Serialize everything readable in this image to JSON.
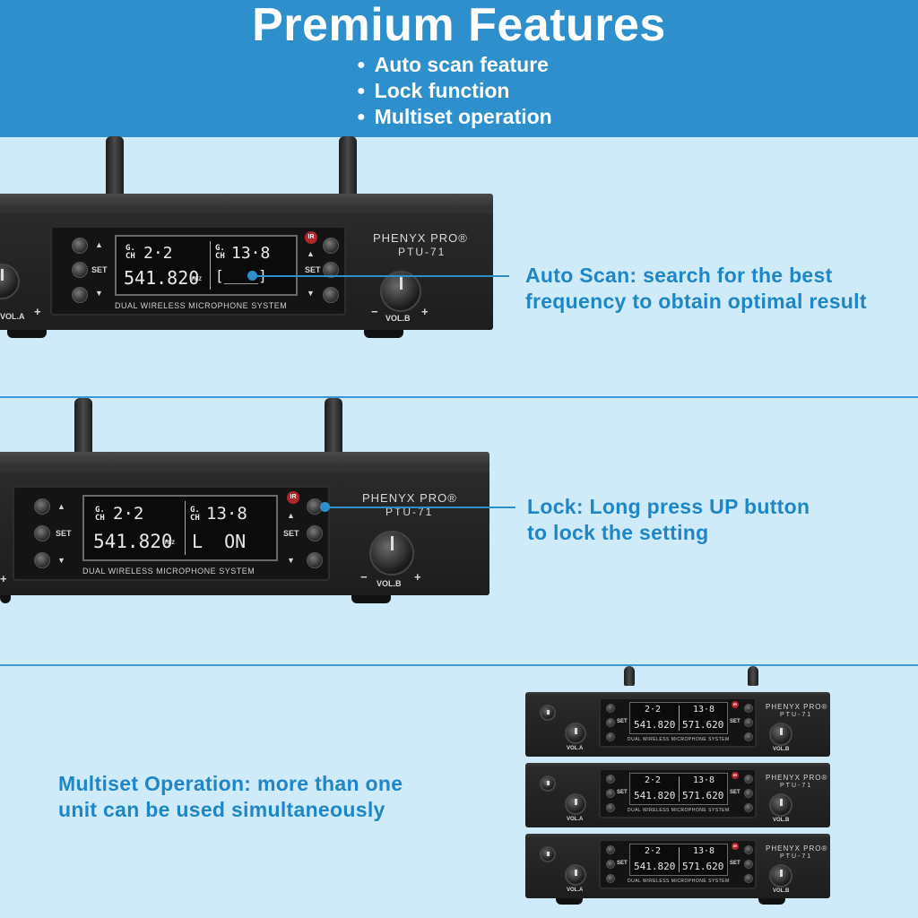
{
  "header": {
    "title": "Premium Features",
    "bullets": [
      "Auto scan feature",
      "Lock function",
      "Multiset operation"
    ]
  },
  "callouts": {
    "auto_scan": [
      "Auto Scan: search for the best",
      "frequency to obtain optimal result"
    ],
    "lock": [
      "Lock: Long press UP button",
      "to lock the setting"
    ],
    "multiset": [
      "Multiset Operation: more than one",
      "unit can be used simultaneously"
    ]
  },
  "device": {
    "brand": "PHENYX PRO®",
    "model": "PTU-71",
    "system_label": "DUAL WIRELESS MICROPHONE SYSTEM",
    "ir_label": "IR",
    "set_label": "SET",
    "vol_a": "VOL.A",
    "vol_b": "VOL.B",
    "minus": "−",
    "plus": "+",
    "group_label": "G.",
    "channel_label": "CH",
    "mhz_label": "MHZ"
  },
  "unit1_lcd": {
    "a_group": "2·2",
    "a_freq": "541.820",
    "b_group": "13·8",
    "b_freq": "[____]"
  },
  "unit2_lcd": {
    "a_group": "2·2",
    "a_freq": "541.820",
    "b_group": "13·8",
    "b_freq": "L  ON"
  },
  "stack_lcd": {
    "a_group": "2·2",
    "a_freq": "541.820",
    "b_group": "13·8",
    "b_freq": "571.620"
  },
  "colors": {
    "header_bg": "#2d8fcb",
    "page_bg": "#cfeaf8",
    "callout_text": "#1f86c6"
  }
}
